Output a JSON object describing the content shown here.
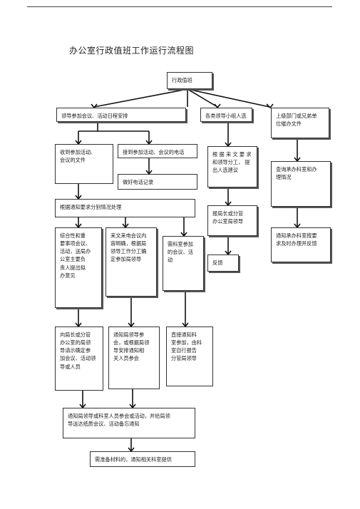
{
  "page": {
    "title": "办公室行政值班工作运行流程图"
  },
  "nodes": {
    "root": "行政值班",
    "lead_meeting": "领导参加会议、活动日程安排",
    "team_select": "各类领导小组人选",
    "superior_dept": "上级部门或兄弟单\n位催办文件",
    "received_doc": "收到参加活动、\n会议的文件",
    "received_call": "接到参加活动、会议的电话",
    "phone_record": "做好电话记录",
    "proposal_by_division": "根 据 来 文 要 求\n和领导分工，  提\n出人选建议",
    "check_undertake": "查询承办科室和办\n理情况",
    "handle_by_notice": "根据通知要求分别情况处理",
    "report_leaders": "报局长或分管\n办公室局领导",
    "notify_undertake": "通知承办科室按要\n求及时办理并反馈",
    "comprehensive": "综合性和重\n要事项会议、\n活动，送局办\n公室主要负\n责人提出拟\n办意见",
    "clear_content": "来文来电会议内\n容明确，根据局\n领导工作分工确\n定参加局领导",
    "section_attend": "需科室参加\n的会议、活\n动",
    "feedback": "反馈",
    "ask_director": "向局长或分管\n办公室的局领\n导请示确定参\n加会议、活动领\n导或人员",
    "notify_leader": "通知局领导参\n会，或根据局领\n导安排通知相\n关人员参会",
    "notify_section": "直接通知科\n室参加，由科\n室自行报告\n分管局领导",
    "notify_all": "通知局领导或科室人员参会或活动，并给局领\n导送达纸质会议、活动备忘通知",
    "prepare_materials": "需准备材料的，通知相关科室提供"
  }
}
